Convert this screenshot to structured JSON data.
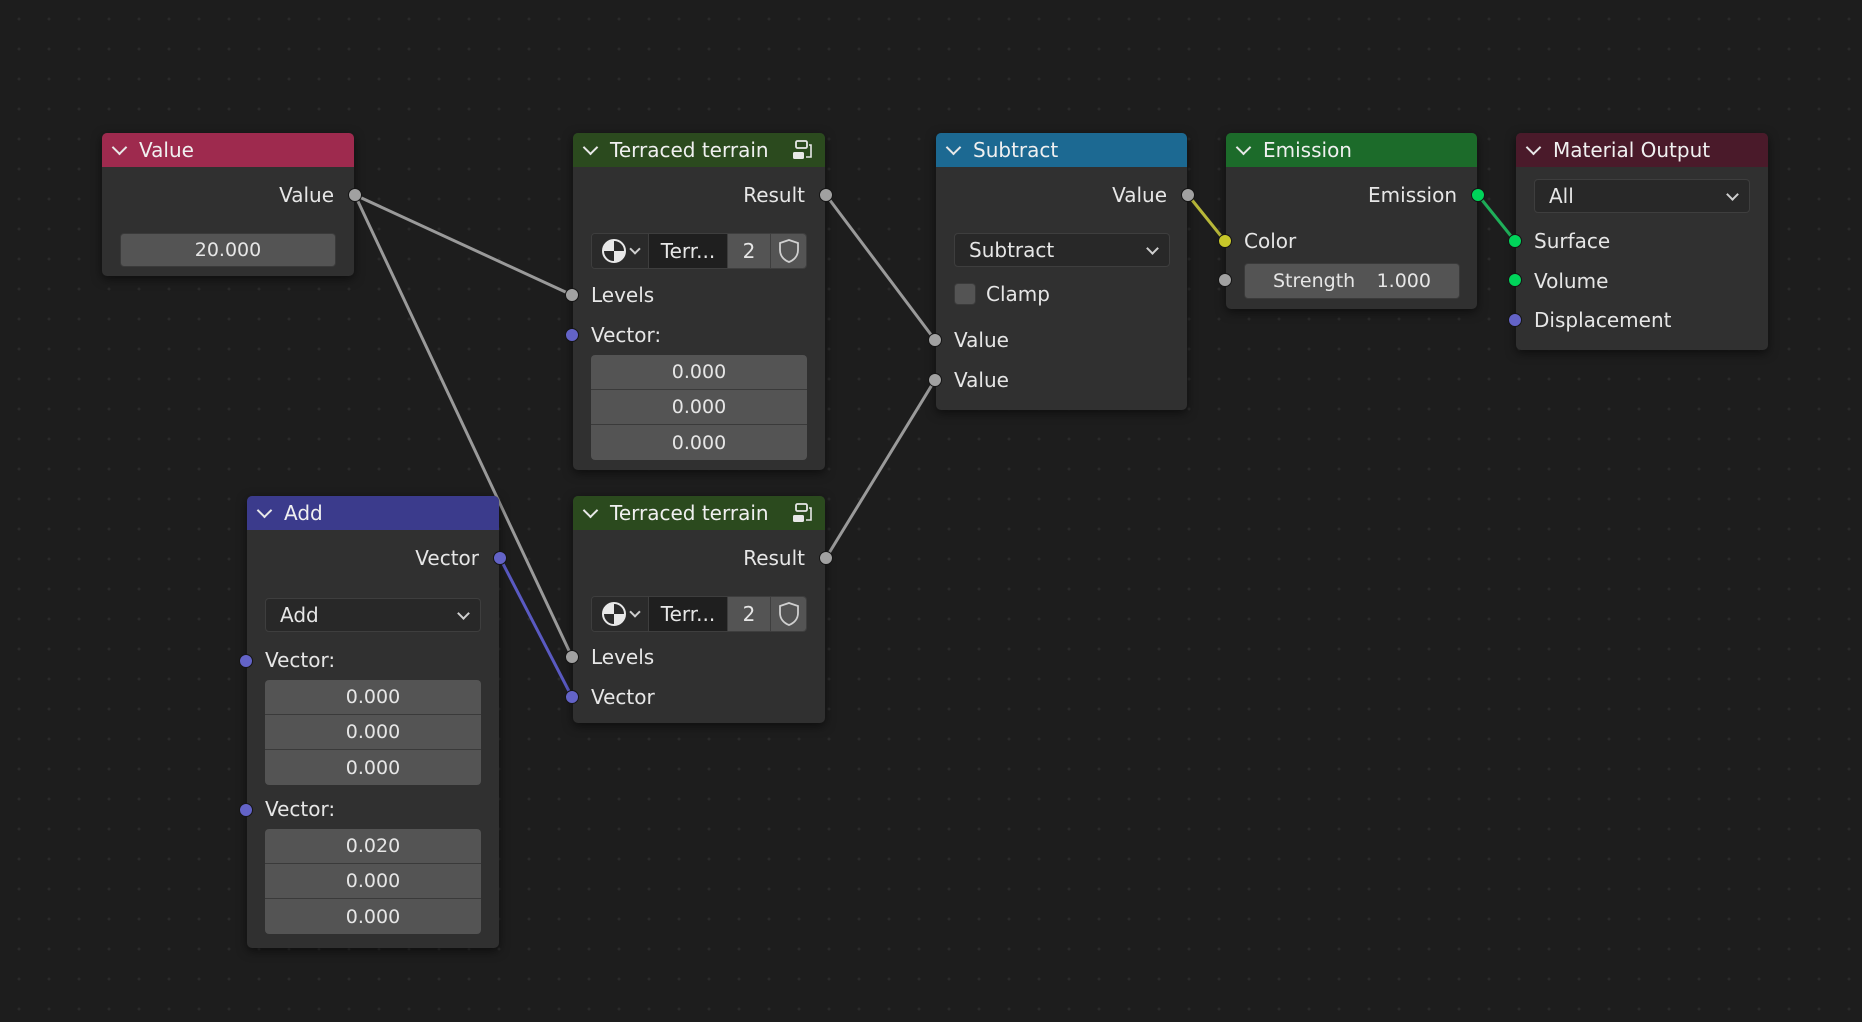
{
  "nodes": {
    "value": {
      "title": "Value",
      "color": "#9e2a4e",
      "output_label": "Value",
      "field_value": "20.000"
    },
    "terraced1": {
      "title": "Terraced terrain",
      "color": "#2b4a1e",
      "output_label": "Result",
      "datablock_name": "Terr...",
      "datablock_users": "2",
      "levels_label": "Levels",
      "vector_label": "Vector:",
      "vector_values": [
        "0.000",
        "0.000",
        "0.000"
      ]
    },
    "terraced2": {
      "title": "Terraced terrain",
      "color": "#2b4a1e",
      "output_label": "Result",
      "datablock_name": "Terr...",
      "datablock_users": "2",
      "levels_label": "Levels",
      "vector_label": "Vector"
    },
    "subtract": {
      "title": "Subtract",
      "color": "#1c6992",
      "output_label": "Value",
      "operation": "Subtract",
      "clamp_label": "Clamp",
      "input1_label": "Value",
      "input2_label": "Value"
    },
    "emission": {
      "title": "Emission",
      "color": "#1c6b2a",
      "output_label": "Emission",
      "color_label": "Color",
      "strength_label": "Strength",
      "strength_value": "1.000"
    },
    "material_output": {
      "title": "Material Output",
      "color": "#4a1a2a",
      "target": "All",
      "surface_label": "Surface",
      "volume_label": "Volume",
      "displacement_label": "Displacement"
    },
    "add": {
      "title": "Add",
      "color": "#3b3b8c",
      "output_label": "Vector",
      "operation": "Add",
      "vector1_label": "Vector:",
      "vector1_values": [
        "0.000",
        "0.000",
        "0.000"
      ],
      "vector2_label": "Vector:",
      "vector2_values": [
        "0.020",
        "0.000",
        "0.000"
      ]
    }
  },
  "socket_colors": {
    "float": "#a1a1a1",
    "vector": "#6363c7",
    "shader": "#00d45a",
    "color": "#c7c729"
  }
}
